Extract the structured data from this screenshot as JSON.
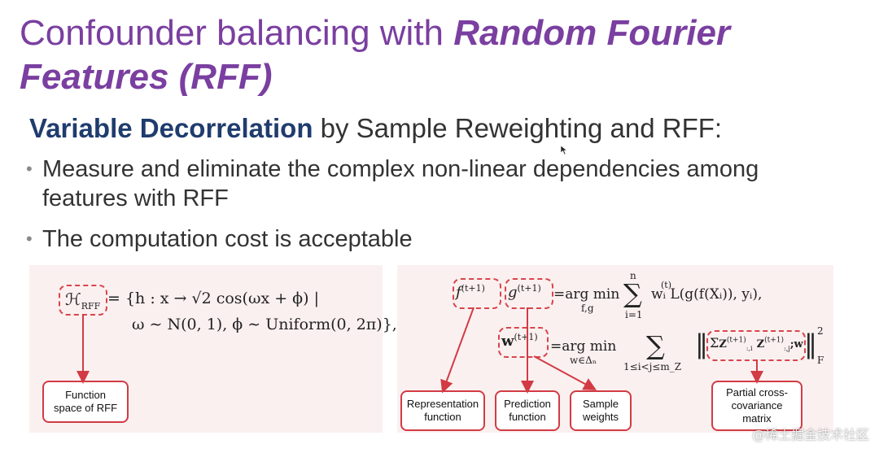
{
  "slide": {
    "title_plain": "Confounder balancing with ",
    "title_bold_italic": "Random Fourier Features (RFF)",
    "subtitle_accent": "Variable Decorrelation",
    "subtitle_rest": " by Sample Reweighting and RFF:",
    "bullets": [
      "Measure and eliminate the complex non-linear dependencies among features with RFF",
      "The computation cost is acceptable"
    ]
  },
  "left_figure": {
    "symbol": "ℋ",
    "symbol_sub": "RFF",
    "eq_line1": "= {h : x → √2 cos(ωx + ϕ) |",
    "eq_line2": "ω ∼ N(0, 1), ϕ ∼ Uniform(0, 2π)},",
    "label": "Function space of RFF"
  },
  "right_figure": {
    "f_term": "f",
    "g_term": "g",
    "t1": "(t+1)",
    "eq1_argmin": "=arg min",
    "eq1_under": "f,g",
    "eq1_sum_top": "n",
    "eq1_sum_bottom": "i=1",
    "eq1_body": "wᵢ L(g(f(Xᵢ)), yᵢ),",
    "eq1_sup": "(t)",
    "w_term": "w",
    "eq2_argmin": "=arg min",
    "eq2_under": "w∈Δₙ",
    "eq2_sum_bottom": "1≤i<j≤m_Z",
    "eq2_sigma": "Σ",
    "eq2_z": "Z",
    "eq2_zsub_i": ":,i",
    "eq2_zsub_j": ":,j",
    "eq2_w": ";w",
    "eq2_norm_sup": "2",
    "eq2_norm_sub": "F",
    "labels": {
      "representation": "Representation function",
      "prediction": "Prediction function",
      "weights": "Sample weights",
      "covariance": "Partial cross-covariance matrix"
    }
  },
  "watermark": "@稀土掘金技术社区",
  "colors": {
    "title": "#7a3fa0",
    "accent": "#1f3c6e",
    "annotation_red": "#d23b44",
    "panel_bg": "#fbf0f0"
  }
}
